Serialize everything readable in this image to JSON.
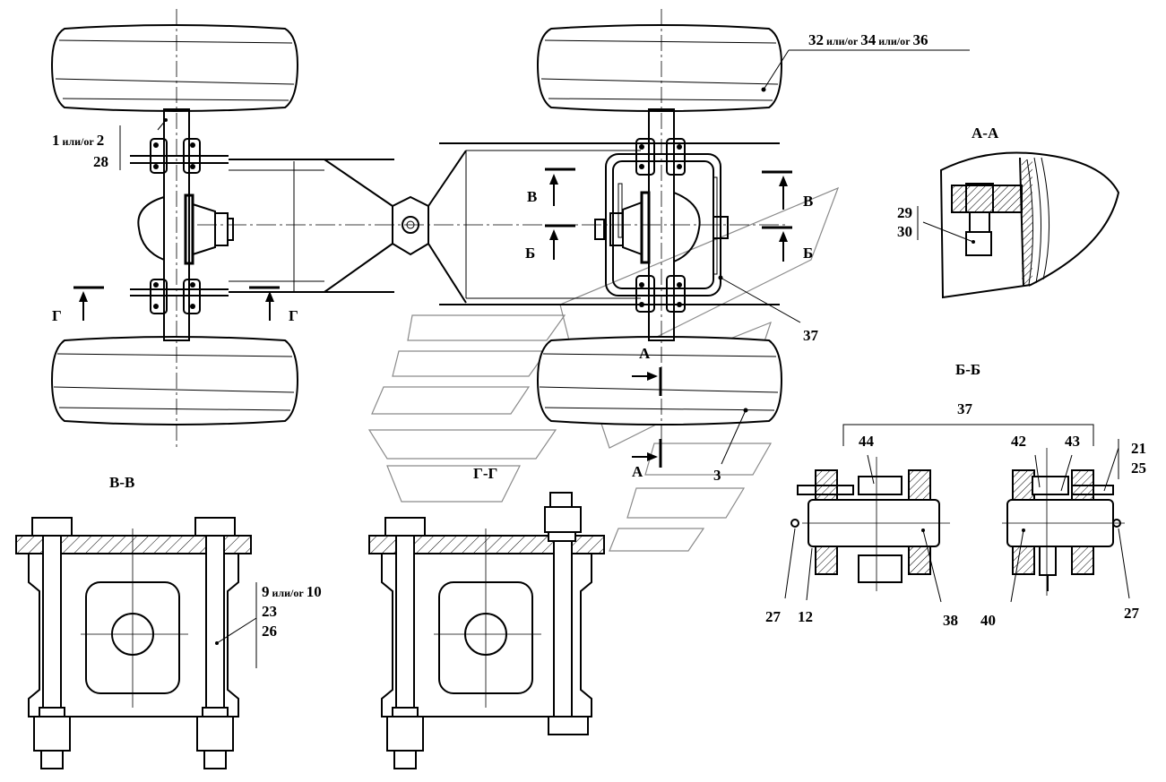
{
  "labels": {
    "tire_top_right": {
      "main": "32",
      "sep1": "или/or",
      "mid": "34",
      "sep2": "или/or",
      "end": "36"
    },
    "left_axle": {
      "main": "1",
      "sep": "или/or",
      "end": "2",
      "second": "28"
    },
    "view_AA": "А-А",
    "AA_parts": [
      "29",
      "30"
    ],
    "marker_V": "В",
    "marker_B": "Б",
    "marker_G": "Г",
    "marker_A": "А",
    "frame_label": "37",
    "tire_bottom_right": "3",
    "view_BB": "Б-Б",
    "BB_group": "37",
    "BB_parts": {
      "p44": "44",
      "p42": "42",
      "p43": "43",
      "p21": "21",
      "p25": "25",
      "p27a": "27",
      "p12": "12",
      "p38": "38",
      "p40": "40",
      "p27b": "27"
    },
    "view_VV": "В-В",
    "VV_parts": {
      "main": "9",
      "sep": "или/or",
      "end": "10",
      "p23": "23",
      "p26": "26"
    },
    "view_GG": "Г-Г"
  }
}
